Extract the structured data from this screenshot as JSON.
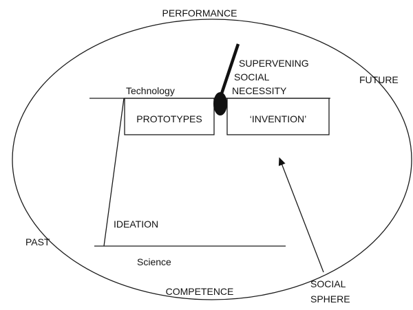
{
  "labels": {
    "performance": "PERFORMANCE",
    "future": "FUTURE",
    "past": "PAST",
    "competence": "COMPETENCE",
    "technology": "Technology",
    "science": "Science",
    "ideation": "IDEATION",
    "prototypes": "PROTOTYPES",
    "invention": "‘INVENTION’",
    "supervening": [
      "SUPERVENING",
      "SOCIAL",
      "NECESSITY"
    ],
    "social_sphere": [
      "SOCIAL",
      "SPHERE"
    ]
  }
}
